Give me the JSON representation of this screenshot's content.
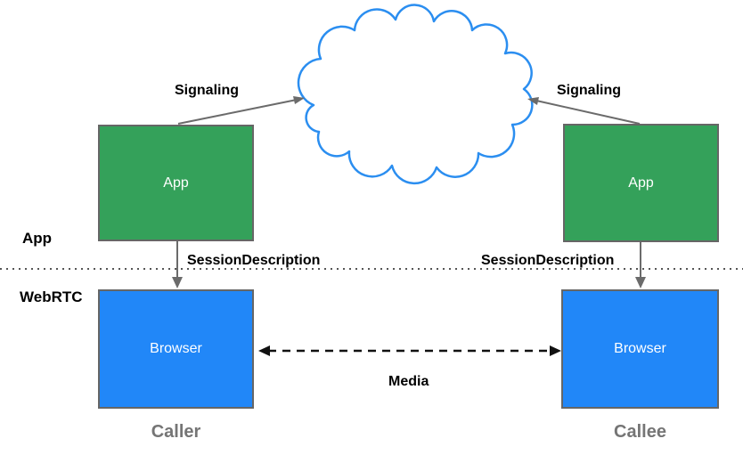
{
  "diagram": {
    "layer_labels": {
      "top": "App",
      "bottom": "WebRTC"
    },
    "nodes": {
      "caller_app": "App",
      "callee_app": "App",
      "caller_browser": "Browser",
      "callee_browser": "Browser"
    },
    "edge_labels": {
      "signaling_left": "Signaling",
      "signaling_right": "Signaling",
      "session_description_left": "SessionDescription",
      "session_description_right": "SessionDescription",
      "media": "Media"
    },
    "role_labels": {
      "caller": "Caller",
      "callee": "Callee"
    },
    "colors": {
      "app_box_fill": "#34a15a",
      "browser_box_fill": "#2187f8",
      "box_border": "#666666",
      "cloud_stroke": "#2b8ef0",
      "signal_arrow": "#6b6b6b",
      "media_arrow": "#111111",
      "role_label_text": "#757575",
      "divider_dots": "#555555"
    }
  }
}
